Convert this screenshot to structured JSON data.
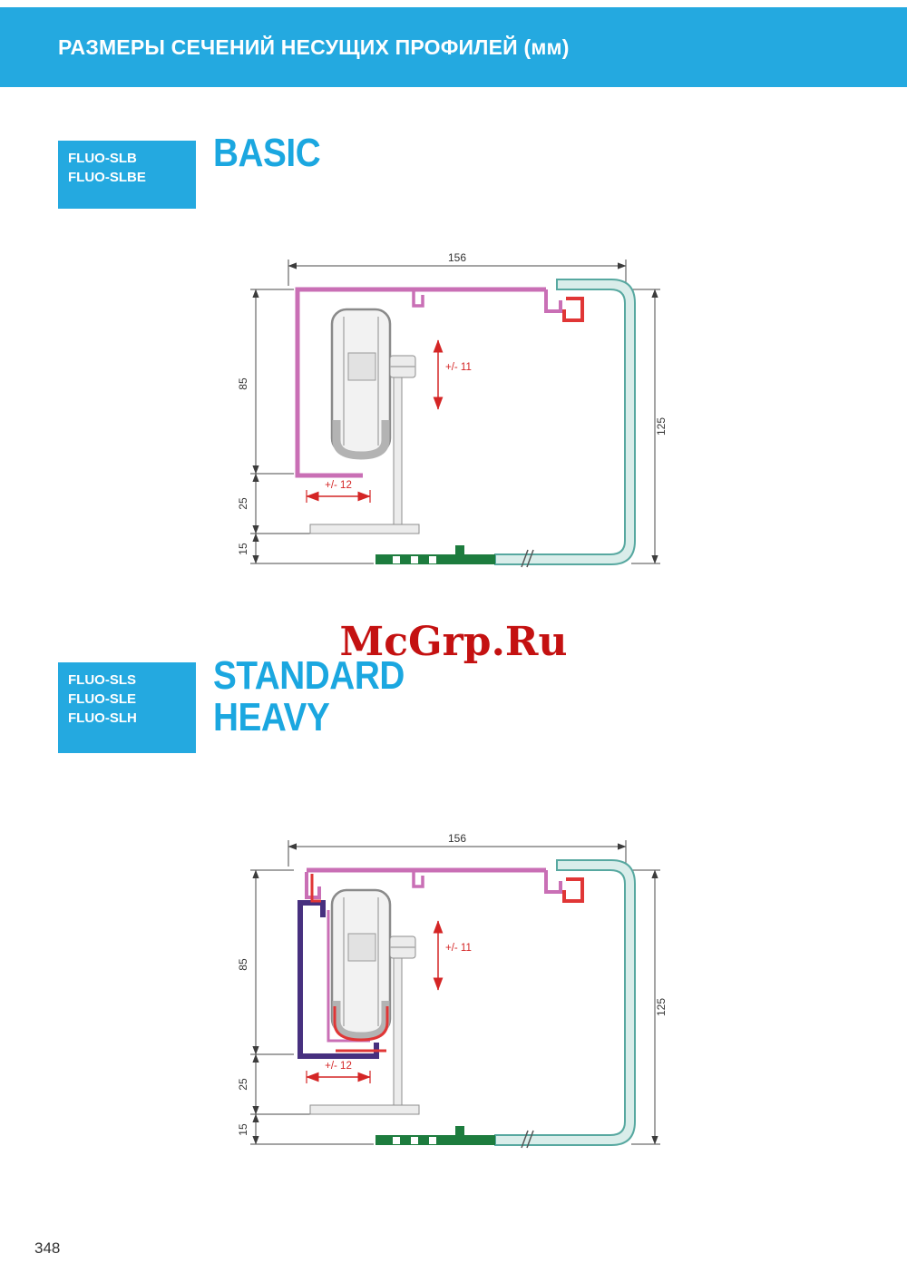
{
  "page": {
    "header": {
      "title": "РАЗМЕРЫ СЕЧЕНИЙ НЕСУЩИХ ПРОФИЛЕЙ (мм)"
    },
    "watermark": "McGrp.Ru",
    "page_number": "348"
  },
  "colors": {
    "brand_cyan": "#24a9e0",
    "dim_red": "#d42525",
    "profile_pink": "#c96fb5",
    "profile_teal": "#57a8a0",
    "profile_green": "#1d7c3e",
    "profile_purple": "#47307f",
    "clip_red": "#e03636"
  },
  "sections": {
    "basic": {
      "models": [
        "FLUO-SLB",
        "FLUO-SLBE"
      ],
      "title": "BASIC",
      "dims": {
        "width": "156",
        "height_85": "85",
        "height_25": "25",
        "height_15": "15",
        "height_125": "125",
        "tol_11": "+/- 11",
        "tol_12": "+/- 12"
      }
    },
    "standard": {
      "models": [
        "FLUO-SLS",
        "FLUO-SLE",
        "FLUO-SLH"
      ],
      "title_line1": "STANDARD",
      "title_line2": "HEAVY",
      "dims": {
        "width": "156",
        "height_85": "85",
        "height_25": "25",
        "height_15": "15",
        "height_125": "125",
        "tol_11": "+/- 11",
        "tol_12": "+/- 12"
      }
    }
  }
}
